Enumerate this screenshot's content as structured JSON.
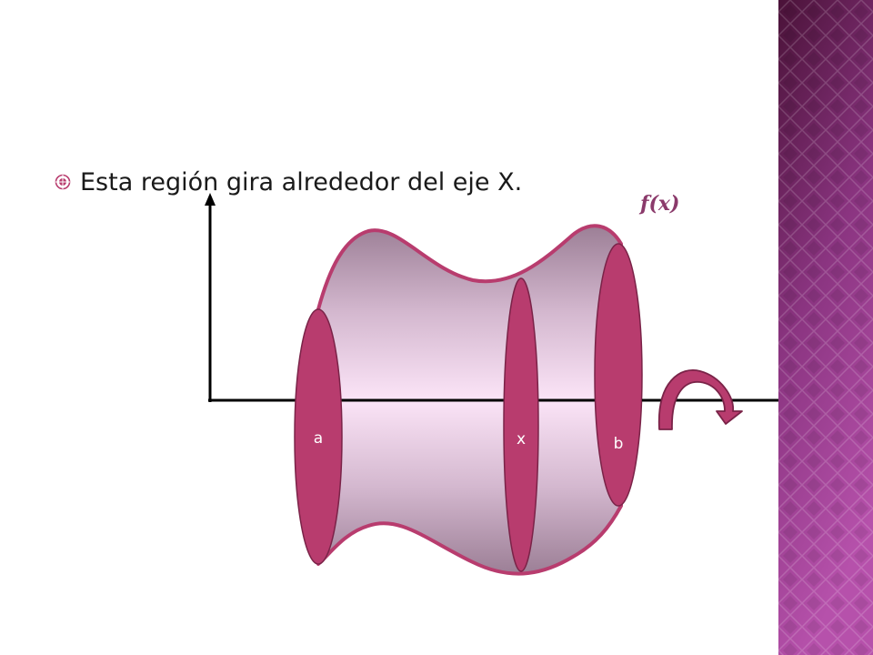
{
  "slide": {
    "bullet_text": "Esta región gira alrededor del eje X.",
    "function_label": "f(x)",
    "disk_labels": {
      "a": "a",
      "x": "x",
      "b": "b"
    }
  },
  "colors": {
    "accent": "#b83c6e",
    "accent_dark": "#7a2348",
    "function_label": "#8b3a6b",
    "panel_dark": "#4a1238",
    "panel_light": "#b04fa6"
  },
  "icons": {
    "bullet": "target-bullet-icon",
    "rotation": "curved-rotation-arrow-icon"
  }
}
